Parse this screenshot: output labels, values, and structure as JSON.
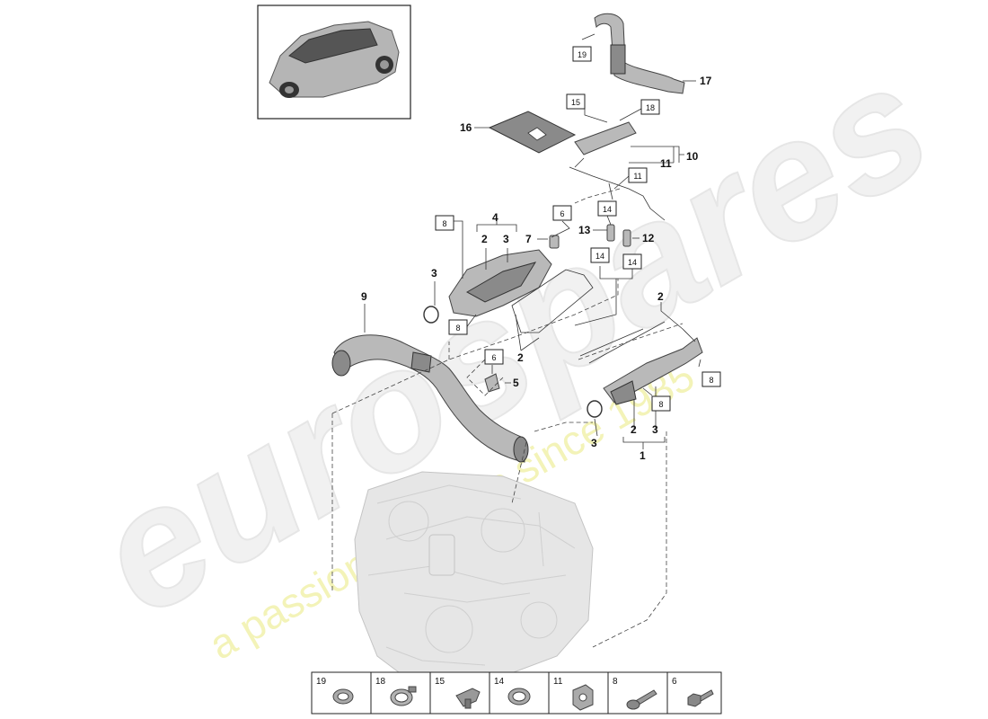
{
  "watermark": {
    "brand": "eurospares",
    "slogan": "a passion for parts since 1985"
  },
  "thumbnail": {
    "icon": "car-suv-icon"
  },
  "callouts": [
    {
      "id": "c17",
      "text": "17"
    },
    {
      "id": "c16",
      "text": "16"
    },
    {
      "id": "c11",
      "text": "11"
    },
    {
      "id": "c10",
      "text": "10"
    },
    {
      "id": "c4",
      "text": "4"
    },
    {
      "id": "c2a",
      "text": "2"
    },
    {
      "id": "c3a",
      "text": "3"
    },
    {
      "id": "c7",
      "text": "7"
    },
    {
      "id": "c13",
      "text": "13"
    },
    {
      "id": "c12",
      "text": "12"
    },
    {
      "id": "c3b",
      "text": "3"
    },
    {
      "id": "c9",
      "text": "9"
    },
    {
      "id": "c2b",
      "text": "2"
    },
    {
      "id": "c5",
      "text": "5"
    },
    {
      "id": "c2c",
      "text": "2"
    },
    {
      "id": "c3c",
      "text": "3"
    },
    {
      "id": "c2d",
      "text": "2"
    },
    {
      "id": "c3d",
      "text": "3"
    },
    {
      "id": "c1",
      "text": "1"
    }
  ],
  "boxed_callouts": [
    {
      "id": "b19",
      "text": "19"
    },
    {
      "id": "b15",
      "text": "15"
    },
    {
      "id": "b18",
      "text": "18"
    },
    {
      "id": "b11",
      "text": "11"
    },
    {
      "id": "b8a",
      "text": "8"
    },
    {
      "id": "b6a",
      "text": "6"
    },
    {
      "id": "b14a",
      "text": "14"
    },
    {
      "id": "b14b",
      "text": "14"
    },
    {
      "id": "b14c",
      "text": "14"
    },
    {
      "id": "b8b",
      "text": "8"
    },
    {
      "id": "b6b",
      "text": "6"
    },
    {
      "id": "b8c",
      "text": "8"
    },
    {
      "id": "b8d",
      "text": "8"
    }
  ],
  "legend": [
    {
      "num": "19",
      "icon": "hose-clamp-icon"
    },
    {
      "num": "18",
      "icon": "spring-clamp-icon"
    },
    {
      "num": "15",
      "icon": "bracket-clip-icon"
    },
    {
      "num": "14",
      "icon": "band-clamp-icon"
    },
    {
      "num": "11",
      "icon": "double-clip-icon"
    },
    {
      "num": "8",
      "icon": "flange-bolt-icon"
    },
    {
      "num": "6",
      "icon": "hex-bolt-icon"
    }
  ]
}
